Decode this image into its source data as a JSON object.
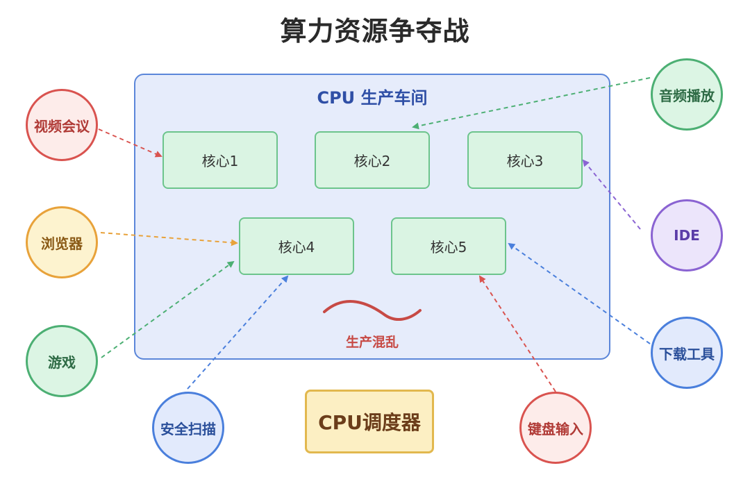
{
  "title": "算力资源争夺战",
  "workshop": {
    "title": "CPU 生产车间",
    "cores": [
      {
        "label": "核心1"
      },
      {
        "label": "核心2"
      },
      {
        "label": "核心3"
      },
      {
        "label": "核心4"
      },
      {
        "label": "核心5"
      }
    ],
    "chaos_label": "生产混乱"
  },
  "scheduler": {
    "label": "CPU调度器"
  },
  "tasks": [
    {
      "label": "视频会议",
      "target": "核心1",
      "color": "#d9534f"
    },
    {
      "label": "音频播放",
      "target": "核心2",
      "color": "#4caf73"
    },
    {
      "label": "IDE",
      "target": "核心3",
      "color": "#8a63d2"
    },
    {
      "label": "浏览器",
      "target": "核心4",
      "color": "#e8a23a"
    },
    {
      "label": "游戏",
      "target": "核心4",
      "color": "#4caf73"
    },
    {
      "label": "安全扫描",
      "target": "核心4",
      "color": "#4a7fdc"
    },
    {
      "label": "下载工具",
      "target": "核心5",
      "color": "#4a7fdc"
    },
    {
      "label": "键盘输入",
      "target": "核心5",
      "color": "#d9534f"
    }
  ],
  "colors": {
    "workshop_fill": "#e6ecfb",
    "workshop_border": "#5b86d9",
    "core_fill": "#daf4e3",
    "core_border": "#6cc48c",
    "scheduler_fill": "#fcefc3",
    "scheduler_border": "#e2b84e",
    "chaos": "#c74a45"
  }
}
